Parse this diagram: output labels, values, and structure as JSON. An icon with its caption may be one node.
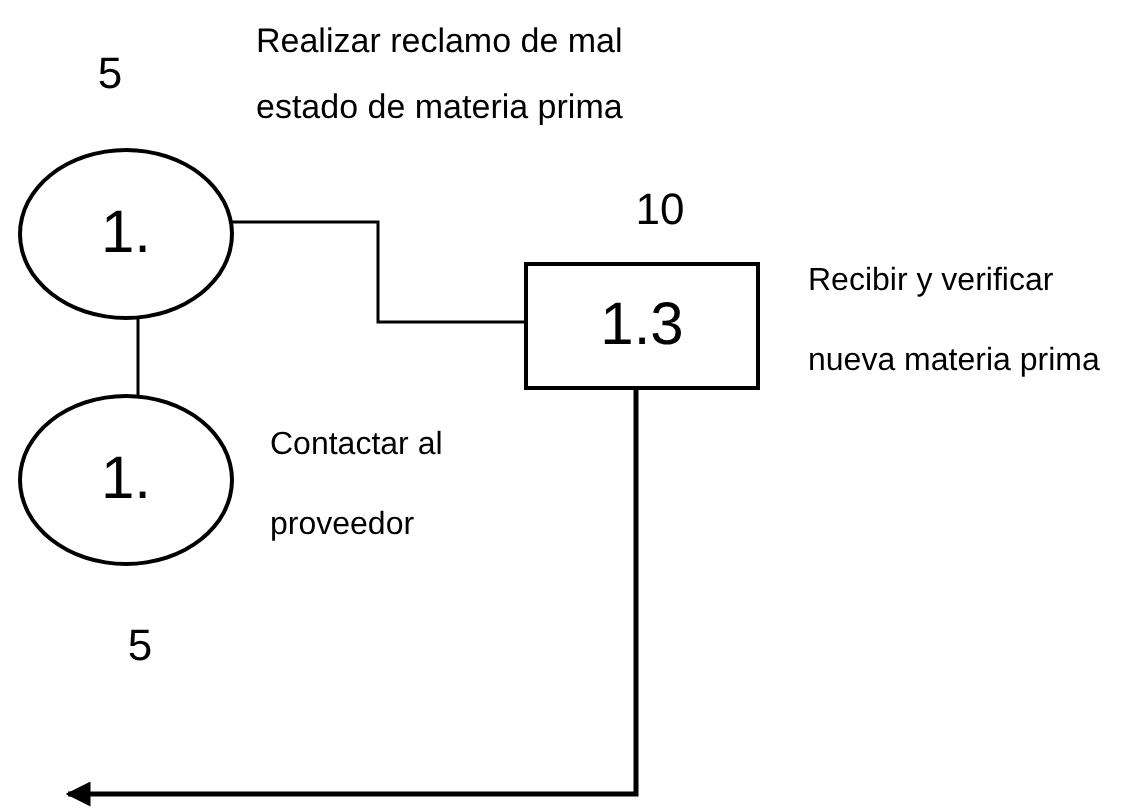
{
  "diagram": {
    "nodes": [
      {
        "text": [
          "1."
        ],
        "beside": [
          "5",
          "Realizar reclamo de mal estado de materia prima"
        ]
      },
      {
        "text": [
          "1."
        ],
        "beside": [
          "Contactar al proveedor",
          "5"
        ]
      },
      {
        "text": [
          "1.3"
        ],
        "beside": [
          "10",
          "Recibir y verificar nueva materia prima"
        ]
      }
    ],
    "edges": [
      {
        "from": 0,
        "to": 1,
        "arrow": "none"
      },
      {
        "from": 0,
        "to": 2,
        "arrow": "none"
      },
      {
        "from": 2,
        "to": null,
        "arrow": "to"
      }
    ]
  }
}
